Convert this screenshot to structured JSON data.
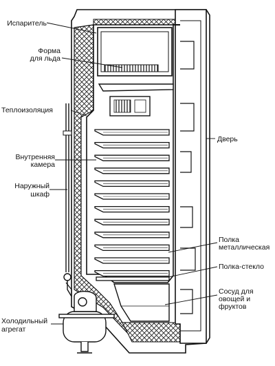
{
  "labels": {
    "evaporator": "Испаритель",
    "ice_tray_1": "Форма",
    "ice_tray_2": "для льда",
    "insulation": "Теплоизоляция",
    "inner_1": "Внутренняя",
    "inner_2": "камера",
    "outer_1": "Наружный",
    "outer_2": "шкаф",
    "unit_1": "Холодильный",
    "unit_2": "агрегат",
    "door": "Дверь",
    "metal_shelf_1": "Полка",
    "metal_shelf_2": "металлическая",
    "glass_shelf": "Полка-стекло",
    "crisper_1": "Сосуд для",
    "crisper_2": "овощей и",
    "crisper_3": "фруктов"
  },
  "colors": {
    "ink": "#111111",
    "paper": "#ffffff",
    "hatch": "#222222"
  }
}
